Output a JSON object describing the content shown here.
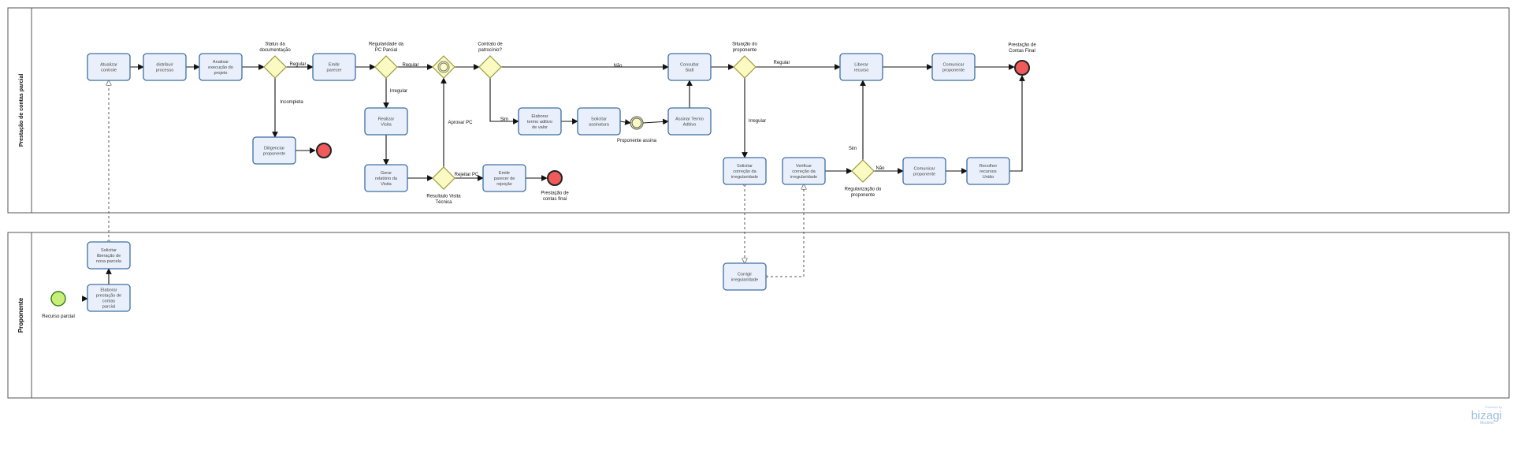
{
  "pools": [
    {
      "id": "pool1",
      "label": "Prestação de contas parcial"
    },
    {
      "id": "pool2",
      "label": "Proponente"
    }
  ],
  "tasks": {
    "t_atualizar": "Atualizar controle",
    "t_distribuir": "distribuir processo",
    "t_analisar": "Analisar execução do projeto",
    "t_emitir1": "Emitir parecer",
    "t_diligenciar": "Diligenciar proponente",
    "t_realizar": "Realizar Visita",
    "t_gerar": "Gerar relatório da Visita",
    "t_emitir_rej": "Emitir parecer de rejeição",
    "t_elaborar": "Elaborar termo aditivo de valor",
    "t_solicitar_ass": "Solicitar assinatura",
    "t_assinar": "Assinar Termo Aditivo",
    "t_consultar": "Consultar Siafi",
    "t_liberar": "Liberar recurso",
    "t_comunicar1": "Comunicar proponente",
    "t_solicitar_corr": "Solicitar correção da irregularidade",
    "t_verificar": "Verificar correção da irregularidade",
    "t_comunicar2": "Comunicar proponente",
    "t_recolher": "Recolher recursos União",
    "t_sol_lib": "Solicitar liberação de nova parcela",
    "t_elaborar_pc": "Elaborar prestação de contas parcial",
    "t_corrigir": "Corrigir irregularidade"
  },
  "gateways": {
    "g_status": "Status da documentação",
    "g_reg_pc": "Regularidade da PC Parcial",
    "g_contrato": "Contrato de patrocínio?",
    "g_situacao": "Situação do proponente",
    "g_visita": "Resultado Visita Técnica",
    "g_regularizacao": "Regularização do proponente"
  },
  "events": {
    "ev_start": "Recurso parcial",
    "ev_end_final": "Prestação de Contas Final",
    "ev_end_rej": "Prestação de contas final",
    "ev_intermediate": "Proponente assina"
  },
  "flow_labels": {
    "lbl_regular1": "Regular",
    "lbl_incompleta": "Incompleta",
    "lbl_regular2": "Regular",
    "lbl_irregular1": "Irregular",
    "lbl_aprovar": "Aprovar PC",
    "lbl_rejeitar": "Rejeitar PC",
    "lbl_nao1": "Não",
    "lbl_sim1": "Sim",
    "lbl_regular3": "Regular",
    "lbl_irregular2": "Irregular",
    "lbl_sim2": "Sim",
    "lbl_nao2": "Não"
  },
  "watermark": {
    "powered": "Powered by",
    "brand": "bizagi",
    "product": "Modeler"
  },
  "colors": {
    "task_fill": "#eaf0fb",
    "task_stroke": "#3d6ea3",
    "gateway_fill": "#fafac2",
    "gateway_stroke": "#9a9a3a",
    "start_fill": "#c7f07a",
    "end_fill": "#f05a5a",
    "brand": "#9fc0e0"
  }
}
